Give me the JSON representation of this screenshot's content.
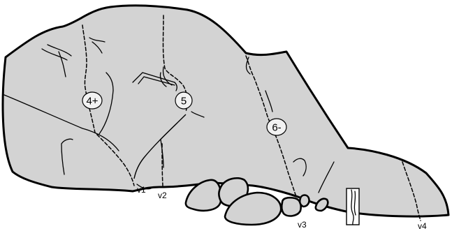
{
  "routes": [
    {
      "id": "v1",
      "grade": "4+"
    },
    {
      "id": "v2",
      "grade": "5"
    },
    {
      "id": "v3",
      "grade": "6-"
    },
    {
      "id": "v4",
      "grade": ""
    }
  ],
  "start_labels": {
    "v1": "v1",
    "v2": "v2",
    "v3": "v3",
    "v4": "v4"
  },
  "grades": {
    "route_1": "4+",
    "route_2": "5",
    "route_3": "6-"
  },
  "colors": {
    "rock_fill": "#d3d3d3",
    "outline": "#000000",
    "background": "#ffffff"
  }
}
